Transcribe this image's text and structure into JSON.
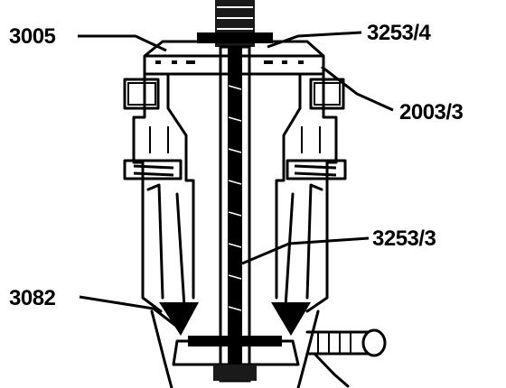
{
  "drawing": {
    "callouts": [
      {
        "id": "c1",
        "label": "3005"
      },
      {
        "id": "c2",
        "label": "3253/4"
      },
      {
        "id": "c3",
        "label": "2003/3"
      },
      {
        "id": "c4",
        "label": "3253/3"
      },
      {
        "id": "c5",
        "label": "3082"
      }
    ]
  }
}
